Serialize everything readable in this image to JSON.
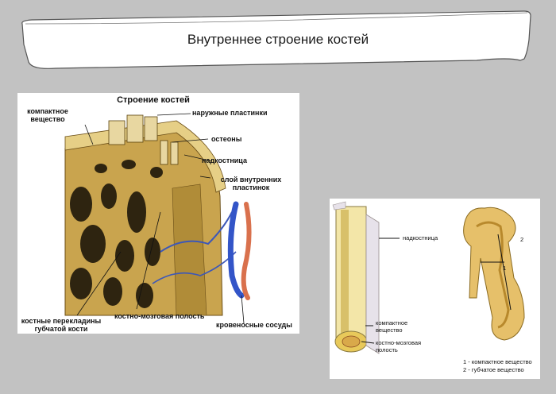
{
  "slide": {
    "title": "Внутреннее строение костей"
  },
  "figure1": {
    "title": "Строение костей",
    "labels": {
      "compact_line1": "компактное",
      "compact_line2": "вещество",
      "outer_plates": "наружные пластинки",
      "osteons": "остеоны",
      "periosteum": "надкостница",
      "inner_plates_line1": "слой внутренних",
      "inner_plates_line2": "пластинок",
      "trabeculae_line1": "костные перекладины",
      "trabeculae_line2": "губчатой кости",
      "marrow_cavity": "костно-мозговая полость",
      "vessels": "кровеносные сосуды"
    }
  },
  "figure2": {
    "labels": {
      "periosteum": "надкостница",
      "compact_line1": "компактное",
      "compact_line2": "вещество",
      "cavity_line1": "костно-мозговая",
      "cavity_line2": "полость",
      "marker1": "1",
      "marker2": "2",
      "legend1": "1 - компактное вещество",
      "legend2": "2 - губчатое вещество"
    }
  }
}
